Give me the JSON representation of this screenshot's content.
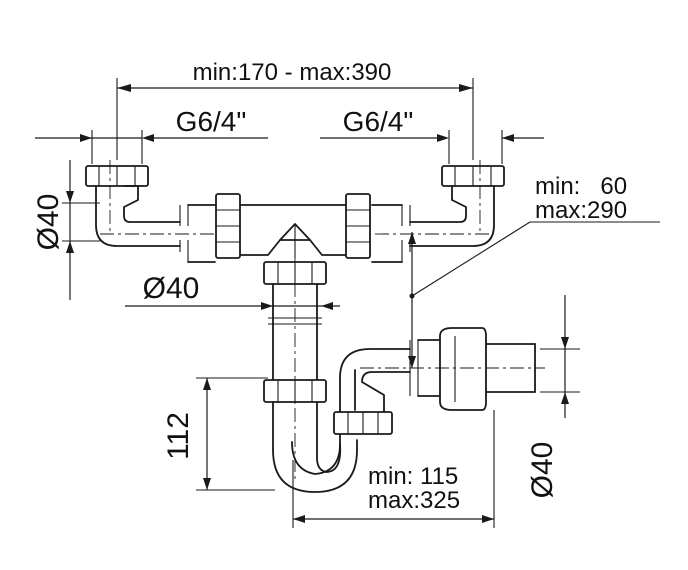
{
  "dimensions": {
    "top_span": "min:170 - max:390",
    "thread_left": "G6/4\"",
    "thread_right": "G6/4\"",
    "diameter_inlet": "Ø40",
    "diameter_standpipe": "Ø40",
    "diameter_outlet": "Ø40",
    "depth_range_line1": "min:   60",
    "depth_range_line2": "max:290",
    "trap_height": "112",
    "outlet_range_line1": "min: 115",
    "outlet_range_line2": "max:325"
  }
}
